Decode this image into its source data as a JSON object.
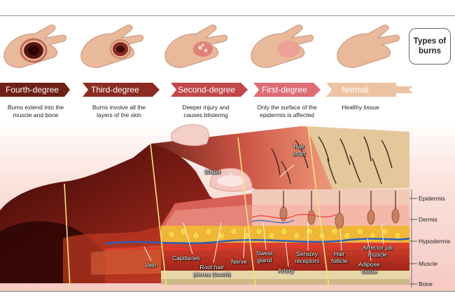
{
  "title": {
    "line1": "Types of",
    "line2": "burns"
  },
  "degrees": [
    {
      "name": "Fourth-degree",
      "desc1": "Burns extend into the",
      "desc2": "muscle and bone",
      "color": "#6e1f16"
    },
    {
      "name": "Third-degree",
      "desc1": "Burns involve all the",
      "desc2": "layers of the skin",
      "color": "#8a2c22"
    },
    {
      "name": "Second-degree",
      "desc1": "Deeper injury and",
      "desc2": "causes blistering",
      "color": "#c0474a"
    },
    {
      "name": "First-degree",
      "desc1": "Only the surface of the",
      "desc2": "epidermis is affected",
      "color": "#de6d76"
    },
    {
      "name": "Normal",
      "desc1": "Healthy tissue",
      "desc2": "",
      "color": "#ecc4a4"
    }
  ],
  "labels": {
    "hair_shaft": {
      "l1": "Hair",
      "l2": "shaft"
    },
    "blister": "Blister",
    "vein": "Vein",
    "capillaries": "Capillaries",
    "root_hair": {
      "l1": "Root hair",
      "l2": "plexus (touch)"
    },
    "nerve": "Nerve",
    "sweat_gland": {
      "l1": "Sweat",
      "l2": "gland"
    },
    "artery": "Artery",
    "sensory": {
      "l1": "Sensory",
      "l2": "receptors"
    },
    "hair_follicle": {
      "l1": "Hair",
      "l2": "follicle"
    },
    "adipose": {
      "l1": "Adipose",
      "l2": "tissue"
    },
    "arrector": {
      "l1": "Arrector pili",
      "l2": "muscle"
    }
  },
  "layers": [
    "Epidermis",
    "Dermis",
    "Hypodermis",
    "Muscle",
    "Bone"
  ]
}
